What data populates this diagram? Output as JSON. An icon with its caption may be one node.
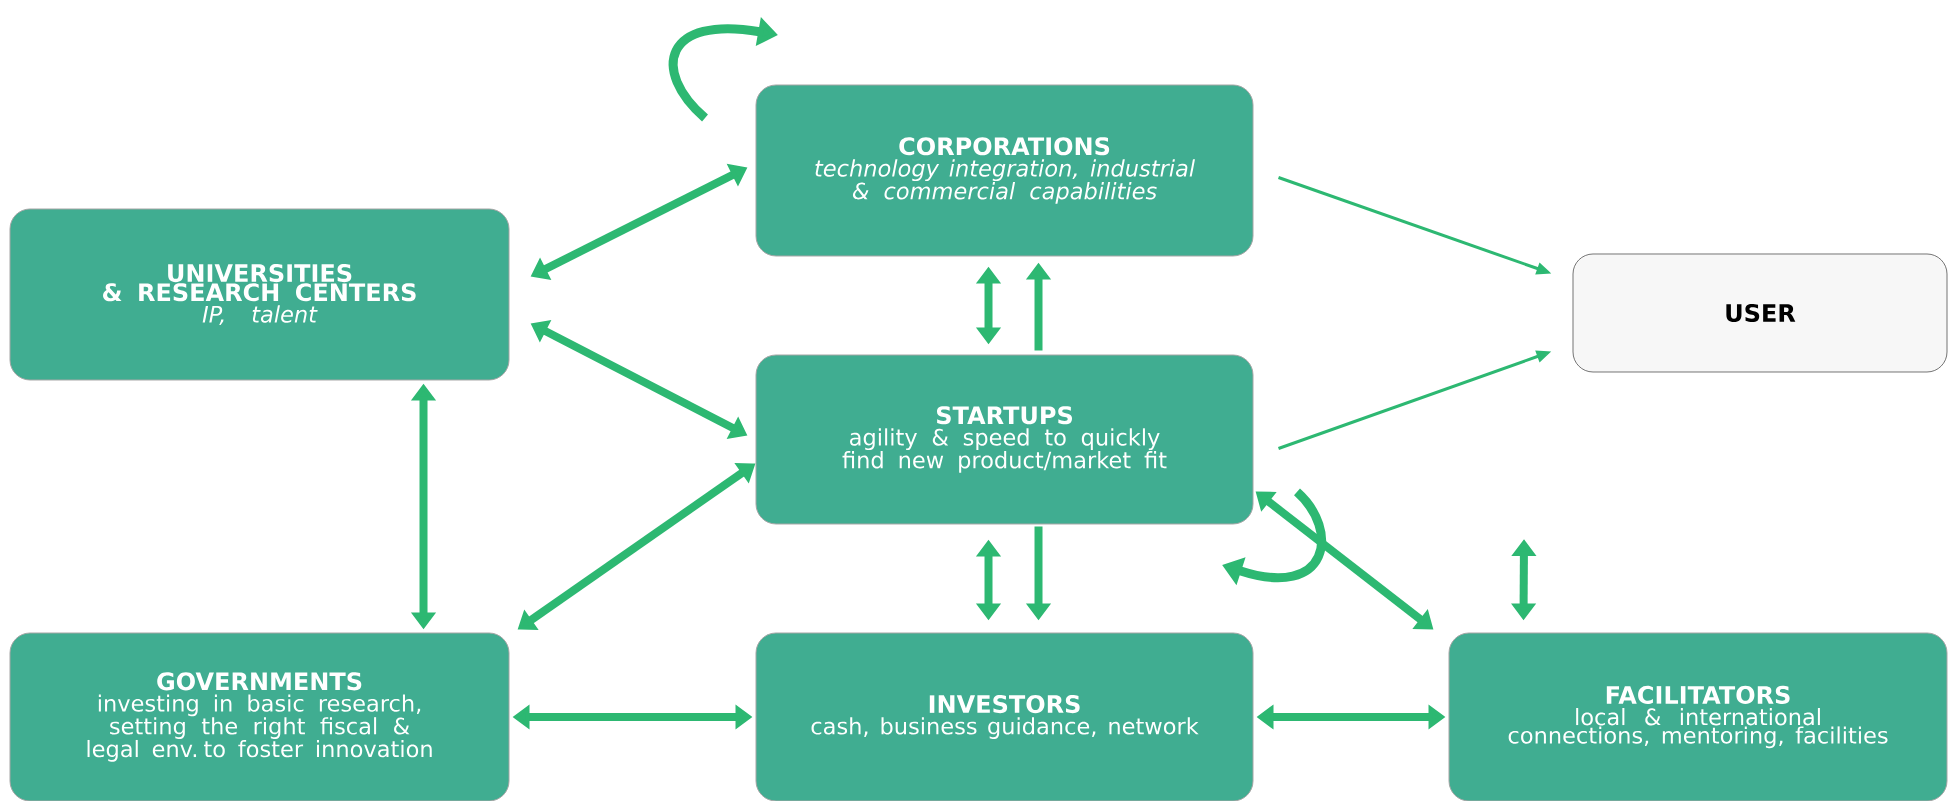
{
  "diagram": {
    "nodes": [
      {
        "text": [
          "CORPORATIONS",
          "technology integration, industrial & commercial capabilities"
        ]
      },
      {
        "text": [
          "UNIVERSITIES & RESEARCH CENTERS",
          "IP, talent"
        ]
      },
      {
        "text": [
          "USER"
        ]
      },
      {
        "text": [
          "STARTUPS",
          "agility & speed to quickly find new product/market fit"
        ]
      },
      {
        "text": [
          "GOVERNMENTS",
          "investing in basic research, setting the right fiscal & legal env. to foster innovation"
        ]
      },
      {
        "text": [
          "INVESTORS",
          "cash, business guidance, network"
        ]
      },
      {
        "text": [
          "FACILITATORS",
          "local & international connections, mentoring, facilities"
        ]
      }
    ],
    "edges": [
      {
        "from": 1,
        "to": 0,
        "arrow": "both"
      },
      {
        "from": 1,
        "to": 3,
        "arrow": "both"
      },
      {
        "from": 0,
        "to": 2,
        "arrow": "to"
      },
      {
        "from": 3,
        "to": 2,
        "arrow": "to"
      },
      {
        "from": 0,
        "to": 3,
        "arrow": "both"
      },
      {
        "from": 3,
        "to": 0,
        "arrow": "to"
      },
      {
        "from": 3,
        "to": 5,
        "arrow": "both"
      },
      {
        "from": 3,
        "to": 5,
        "arrow": "to"
      },
      {
        "from": 1,
        "to": 4,
        "arrow": "both"
      },
      {
        "from": 4,
        "to": 3,
        "arrow": "both"
      },
      {
        "from": 4,
        "to": 5,
        "arrow": "both"
      },
      {
        "from": 3,
        "to": 6,
        "arrow": "both"
      },
      {
        "from": 5,
        "to": 6,
        "arrow": "both"
      },
      {
        "from": 6,
        "to": null,
        "arrow": "both"
      }
    ]
  }
}
